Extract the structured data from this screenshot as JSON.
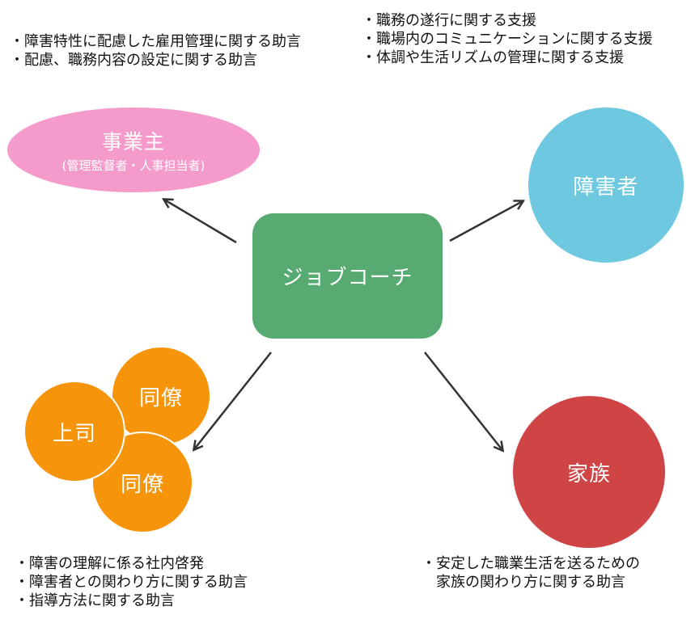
{
  "center": {
    "label": "ジョブコーチ"
  },
  "employer": {
    "label": "事業主",
    "sublabel": "(管理監督者・人事担当者)",
    "color": "#f59bcb"
  },
  "disabled": {
    "label": "障害者",
    "color": "#6ec9e0"
  },
  "family": {
    "label": "家族",
    "color": "#cf4545"
  },
  "coworkers": {
    "boss": "上司",
    "colleague1": "同僚",
    "colleague2": "同僚",
    "color": "#f6950c"
  },
  "notes": {
    "employer": [
      "障害特性に配慮した雇用管理に関する助言",
      "配慮、職務内容の設定に関する助言"
    ],
    "disabled": [
      "職務の遂行に関する支援",
      "職場内のコミュニケーションに関する支援",
      "体調や生活リズムの管理に関する支援"
    ],
    "coworkers": [
      "障害の理解に係る社内啓発",
      "障害者との関わり方に関する助言",
      "指導方法に関する助言"
    ],
    "family": [
      "安定した職業生活を送るための",
      "家族の関わり方に関する助言"
    ]
  },
  "colors": {
    "center": "#58aa73",
    "arrow": "#333333",
    "text": "#111111"
  }
}
